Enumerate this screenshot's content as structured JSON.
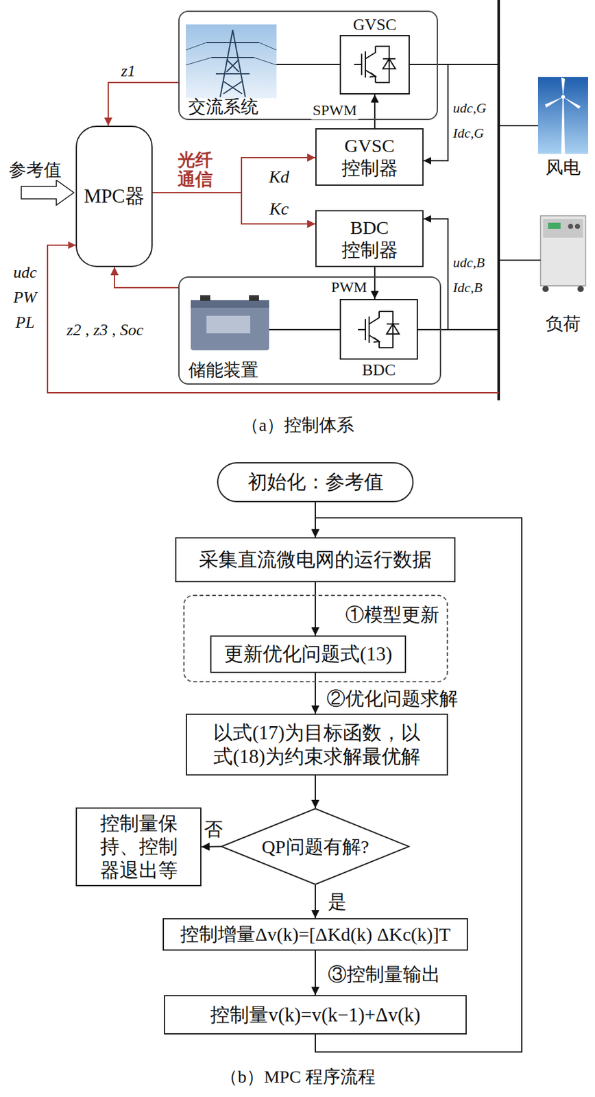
{
  "diagram": {
    "nodes": [
      {
        "text": [
          "交流系统"
        ]
      },
      {
        "text": [
          "GVSC"
        ],
        "in": 0
      },
      {
        "text": [
          "MPC器"
        ]
      },
      {
        "text": [
          "GVSC 控制器"
        ]
      },
      {
        "text": [
          "BDC 控制器"
        ]
      },
      {
        "text": [
          "储能装置"
        ]
      },
      {
        "text": [
          "BDC"
        ],
        "in": 5
      },
      {
        "text": [
          "风电"
        ]
      },
      {
        "text": [
          "负荷"
        ]
      },
      {
        "text": [
          "初始化：参考值"
        ]
      },
      {
        "text": [
          "采集直流微电网的运行数据"
        ]
      },
      {
        "text": [
          "①模型更新"
        ]
      },
      {
        "text": [
          "更新优化问题式(13)"
        ],
        "in": 11
      },
      {
        "text": [
          "以式(17)为目标函数，以 式(18)为约束求解最优解"
        ]
      },
      {
        "text": [
          "QP问题有解?"
        ]
      },
      {
        "text": [
          "控制量保 持、控制 器退出等"
        ]
      },
      {
        "text": [
          "控制增量Δv(k)=[ΔKd(k) ΔKc(k)]T"
        ]
      },
      {
        "text": [
          "控制量v(k)=v(k−1)+Δv(k)"
        ]
      }
    ],
    "edges": [
      {
        "from": 0,
        "to": 2,
        "label": "z1",
        "arrow": "to"
      },
      {
        "from": 2,
        "to": 3,
        "label": "Kd",
        "arrow": "to"
      },
      {
        "from": 2,
        "to": 4,
        "label": "Kc",
        "arrow": "to"
      },
      {
        "from": 3,
        "to": 1,
        "label": "SPWM",
        "arrow": "to"
      },
      {
        "from": 4,
        "to": 6,
        "label": "PWM",
        "arrow": "to"
      },
      {
        "from": 5,
        "to": 2,
        "label": "z2 , z3 , Soc",
        "arrow": "to"
      },
      {
        "from": 9,
        "to": 10,
        "arrow": "to"
      },
      {
        "from": 10,
        "to": 12,
        "arrow": "to"
      },
      {
        "from": 12,
        "to": 13,
        "label": "②优化问题求解",
        "arrow": "to"
      },
      {
        "from": 13,
        "to": 14,
        "arrow": "to"
      },
      {
        "from": 14,
        "to": 15,
        "label": "否",
        "arrow": "to"
      },
      {
        "from": 14,
        "to": 16,
        "label": "是",
        "arrow": "to"
      },
      {
        "from": 16,
        "to": 17,
        "label": "③控制量输出",
        "arrow": "to"
      },
      {
        "from": 17,
        "to": 10,
        "arrow": "to"
      }
    ],
    "labels": [
      "参考值",
      "光纤 通信",
      "udc",
      "PW",
      "PL",
      "udc,G",
      "Idc,G",
      "udc,B",
      "Idc,B",
      "（a）控制体系",
      "（b）MPC 程序流程"
    ]
  }
}
